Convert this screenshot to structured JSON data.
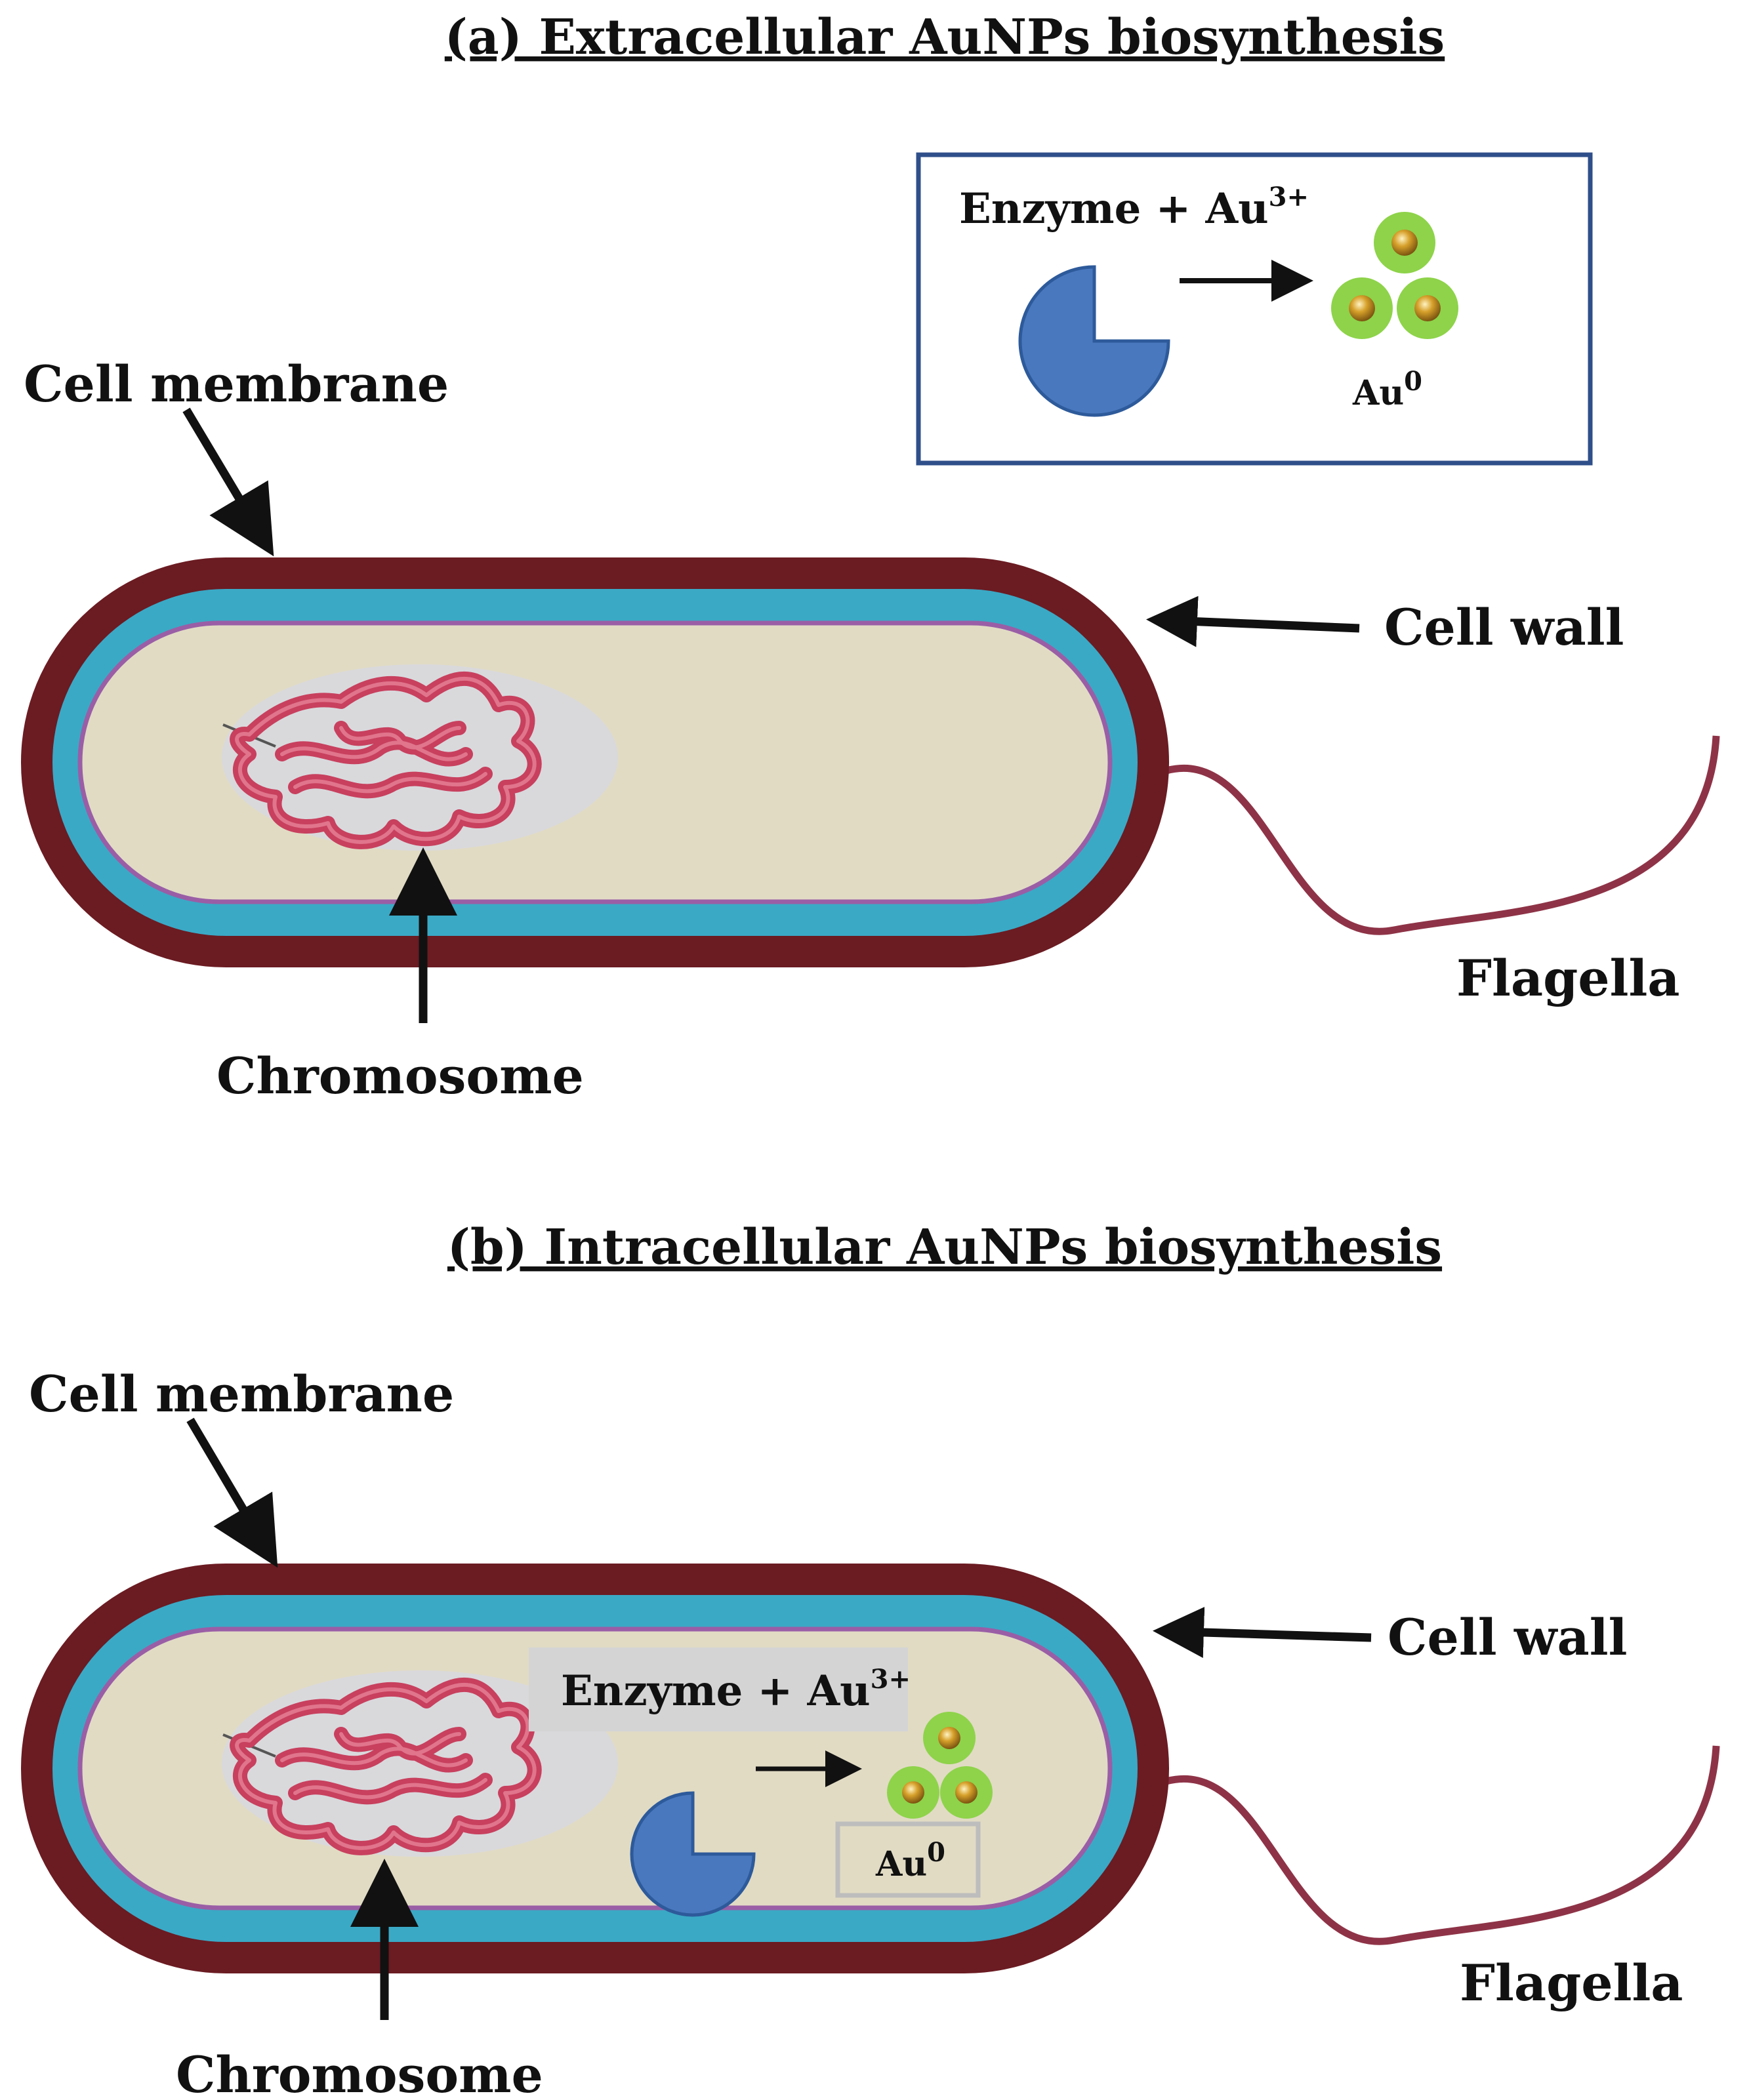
{
  "panels": [
    {
      "id": "a",
      "title": "(a) Extracellular AuNPs biosynthesis",
      "labels": {
        "cell_membrane": "Cell membrane",
        "cell_wall": "Cell wall",
        "chromosome": "Chromosome",
        "flagella": "Flagella"
      },
      "reaction": {
        "equation": "Enzyme + Au",
        "equation_superscript": "3+",
        "product": "Au",
        "product_superscript": "0"
      }
    },
    {
      "id": "b",
      "title": "(b) Intracellular AuNPs biosynthesis",
      "labels": {
        "cell_membrane": "Cell membrane",
        "cell_wall": "Cell wall",
        "chromosome": "Chromosome",
        "flagella": "Flagella"
      },
      "reaction": {
        "equation": "Enzyme + Au",
        "equation_superscript": "3+",
        "product": "Au",
        "product_superscript": "0"
      }
    }
  ],
  "colors": {
    "cell_wall": "#6b1b22",
    "periplasm": "#3aa9c6",
    "cytoplasm": "#e1dbc4",
    "membrane_line": "#9a5ea6",
    "chromosome": "#c8405e",
    "nucleoid": "#d9d9dc",
    "flagellum": "#8e3347",
    "enzyme": "#4a78bf",
    "nanoparticle_shell": "#8ed34a",
    "nanoparticle_core": "#c9951e",
    "reaction_box_border": "#2f4f8a",
    "label_box": "#d4d4d4"
  }
}
